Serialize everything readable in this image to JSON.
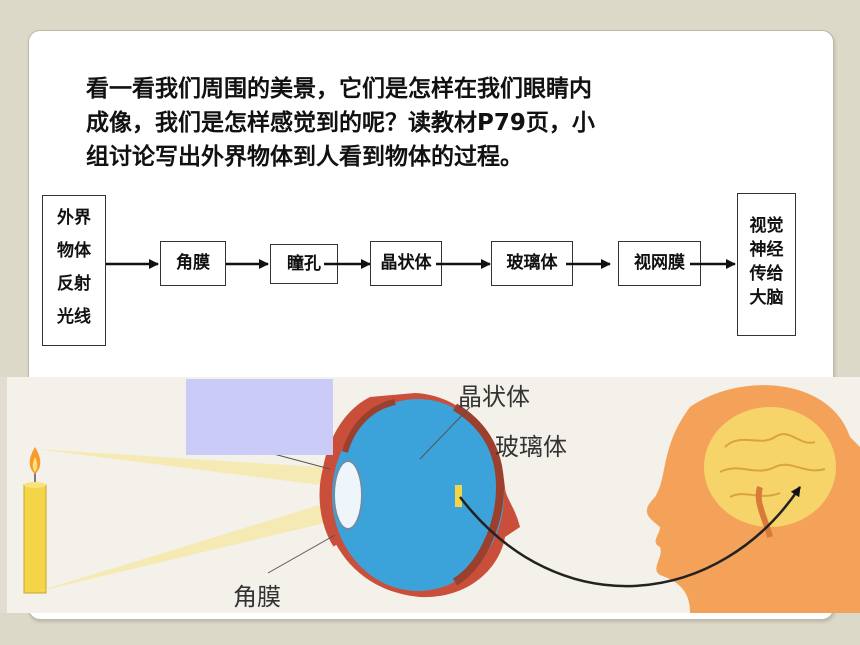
{
  "question": {
    "line1": "看一看我们周围的美景，它们是怎样在我们眼睛内",
    "line2": "成像，我们是怎样感觉到的呢？读教材P79页，小",
    "line3": "组讨论写出外界物体到人看到物体的过程。"
  },
  "flow": {
    "source": [
      "外界",
      "物体",
      "反射",
      "光线"
    ],
    "cornea": "角膜",
    "pupil": "瞳孔",
    "lens": "晶状体",
    "vitreous": "玻璃体",
    "retina": "视网膜",
    "brain": [
      "视觉",
      "神经",
      "传给",
      "大脑"
    ]
  },
  "illustration": {
    "label_lens": "晶状体",
    "label_vitreous": "玻璃体",
    "label_cornea": "角膜"
  },
  "colors": {
    "background": "#ddd9c8",
    "panel": "#ffffff",
    "overlay": "#cbcbf7",
    "eye_blue": "#3ba3d9",
    "skin": "#f4a259",
    "brain": "#f6d46a",
    "candle": "#f3d547"
  }
}
